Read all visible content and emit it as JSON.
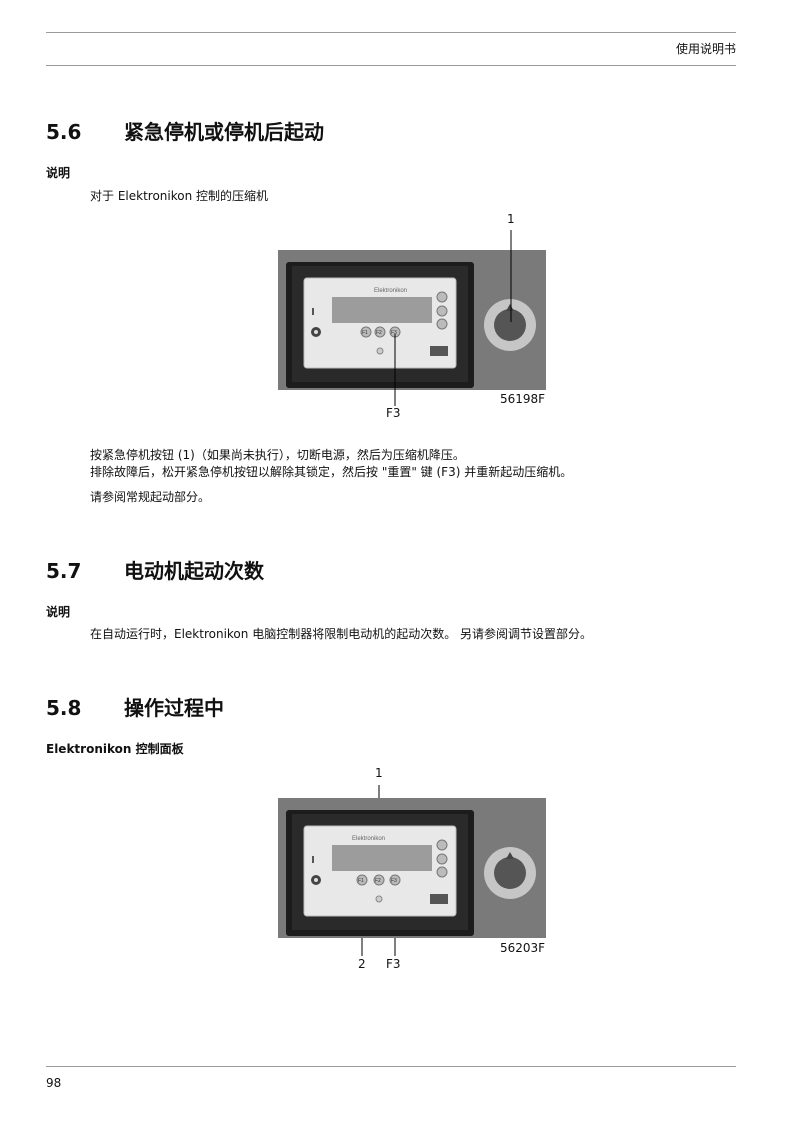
{
  "header": {
    "title": "使用说明书"
  },
  "sections": [
    {
      "number": "5.6",
      "title": "紧急停机或停机后起动",
      "subheading": "说明",
      "intro": "对于 Elektronikon 控制的压缩机",
      "figure": {
        "brand": "Elektronikon",
        "key_labels": [
          "F1",
          "F2",
          "F3"
        ],
        "callouts": [
          "1",
          "F3"
        ],
        "figure_number": "56198F"
      },
      "paragraphs": [
        "按紧急停机按钮 (1)（如果尚未执行），切断电源，然后为压缩机降压。",
        "排除故障后，松开紧急停机按钮以解除其锁定，然后按 \"重置\" 键 (F3) 并重新起动压缩机。",
        "请参阅常规起动部分。"
      ]
    },
    {
      "number": "5.7",
      "title": "电动机起动次数",
      "subheading": "说明",
      "paragraphs": [
        "在自动运行时，Elektronikon 电脑控制器将限制电动机的起动次数。 另请参阅调节设置部分。"
      ]
    },
    {
      "number": "5.8",
      "title": "操作过程中",
      "subheading": "Elektronikon 控制面板",
      "figure": {
        "brand": "Elektronikon",
        "key_labels": [
          "F1",
          "F2",
          "F3"
        ],
        "callouts": [
          "1",
          "2",
          "F3"
        ],
        "figure_number": "56203F"
      }
    }
  ],
  "footer": {
    "page_number": "98"
  }
}
